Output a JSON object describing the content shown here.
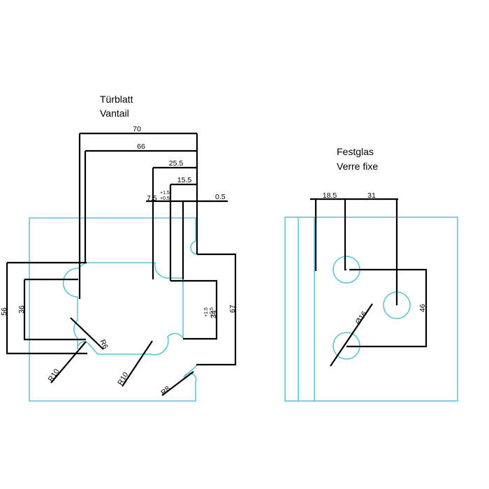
{
  "left_view": {
    "title_de": "Türblatt",
    "title_fr": "Vantail",
    "dims": {
      "d70": "70",
      "d66": "66",
      "d25_5": "25.5",
      "d15_5": "15.5",
      "d7_5": "7.5",
      "tol_plus": "+1.5",
      "tol_minus": "+0.5",
      "d0_5": "0.5",
      "d56": "56",
      "d36": "36",
      "d67": "67",
      "d34": "34",
      "r6": "R6",
      "r10a": "R10",
      "r10b": "R10",
      "r8": "R8"
    }
  },
  "right_view": {
    "title_de": "Festglas",
    "title_fr": "Verre fixe",
    "dims": {
      "d18_5": "18.5",
      "d31": "31",
      "d46": "46",
      "dia16": "Ø16"
    }
  }
}
